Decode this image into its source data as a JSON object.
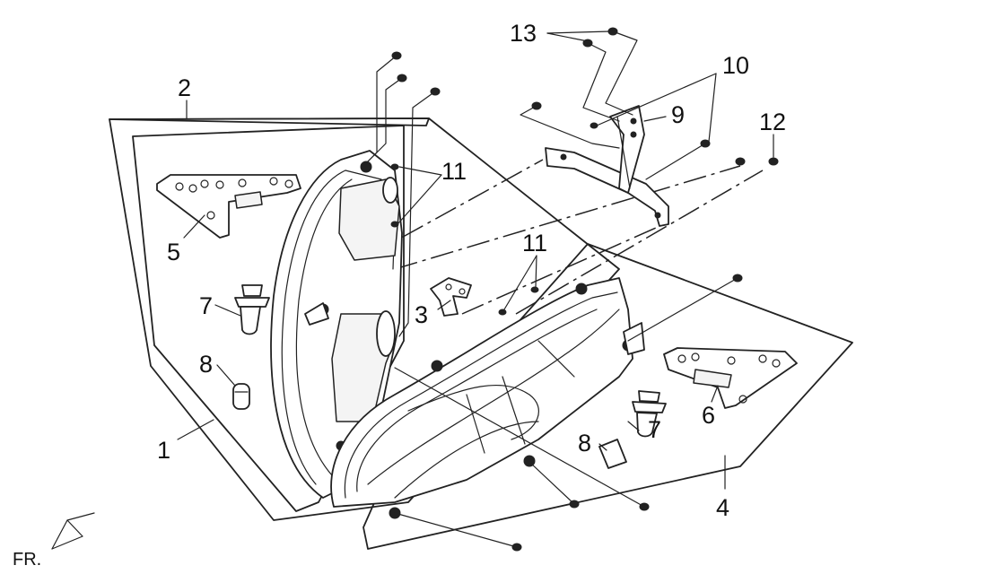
{
  "callouts": [
    {
      "id": "c1",
      "text": "1"
    },
    {
      "id": "c2",
      "text": "2"
    },
    {
      "id": "c3",
      "text": "3"
    },
    {
      "id": "c4",
      "text": "4"
    },
    {
      "id": "c5",
      "text": "5"
    },
    {
      "id": "c6",
      "text": "6"
    },
    {
      "id": "c7a",
      "text": "7"
    },
    {
      "id": "c7b",
      "text": "7"
    },
    {
      "id": "c8a",
      "text": "8"
    },
    {
      "id": "c8b",
      "text": "8"
    },
    {
      "id": "c9",
      "text": "9"
    },
    {
      "id": "c10",
      "text": "10"
    },
    {
      "id": "c11a",
      "text": "11"
    },
    {
      "id": "c11b",
      "text": "11"
    },
    {
      "id": "c12",
      "text": "12"
    },
    {
      "id": "c13",
      "text": "13"
    }
  ],
  "direction_label": "FR."
}
